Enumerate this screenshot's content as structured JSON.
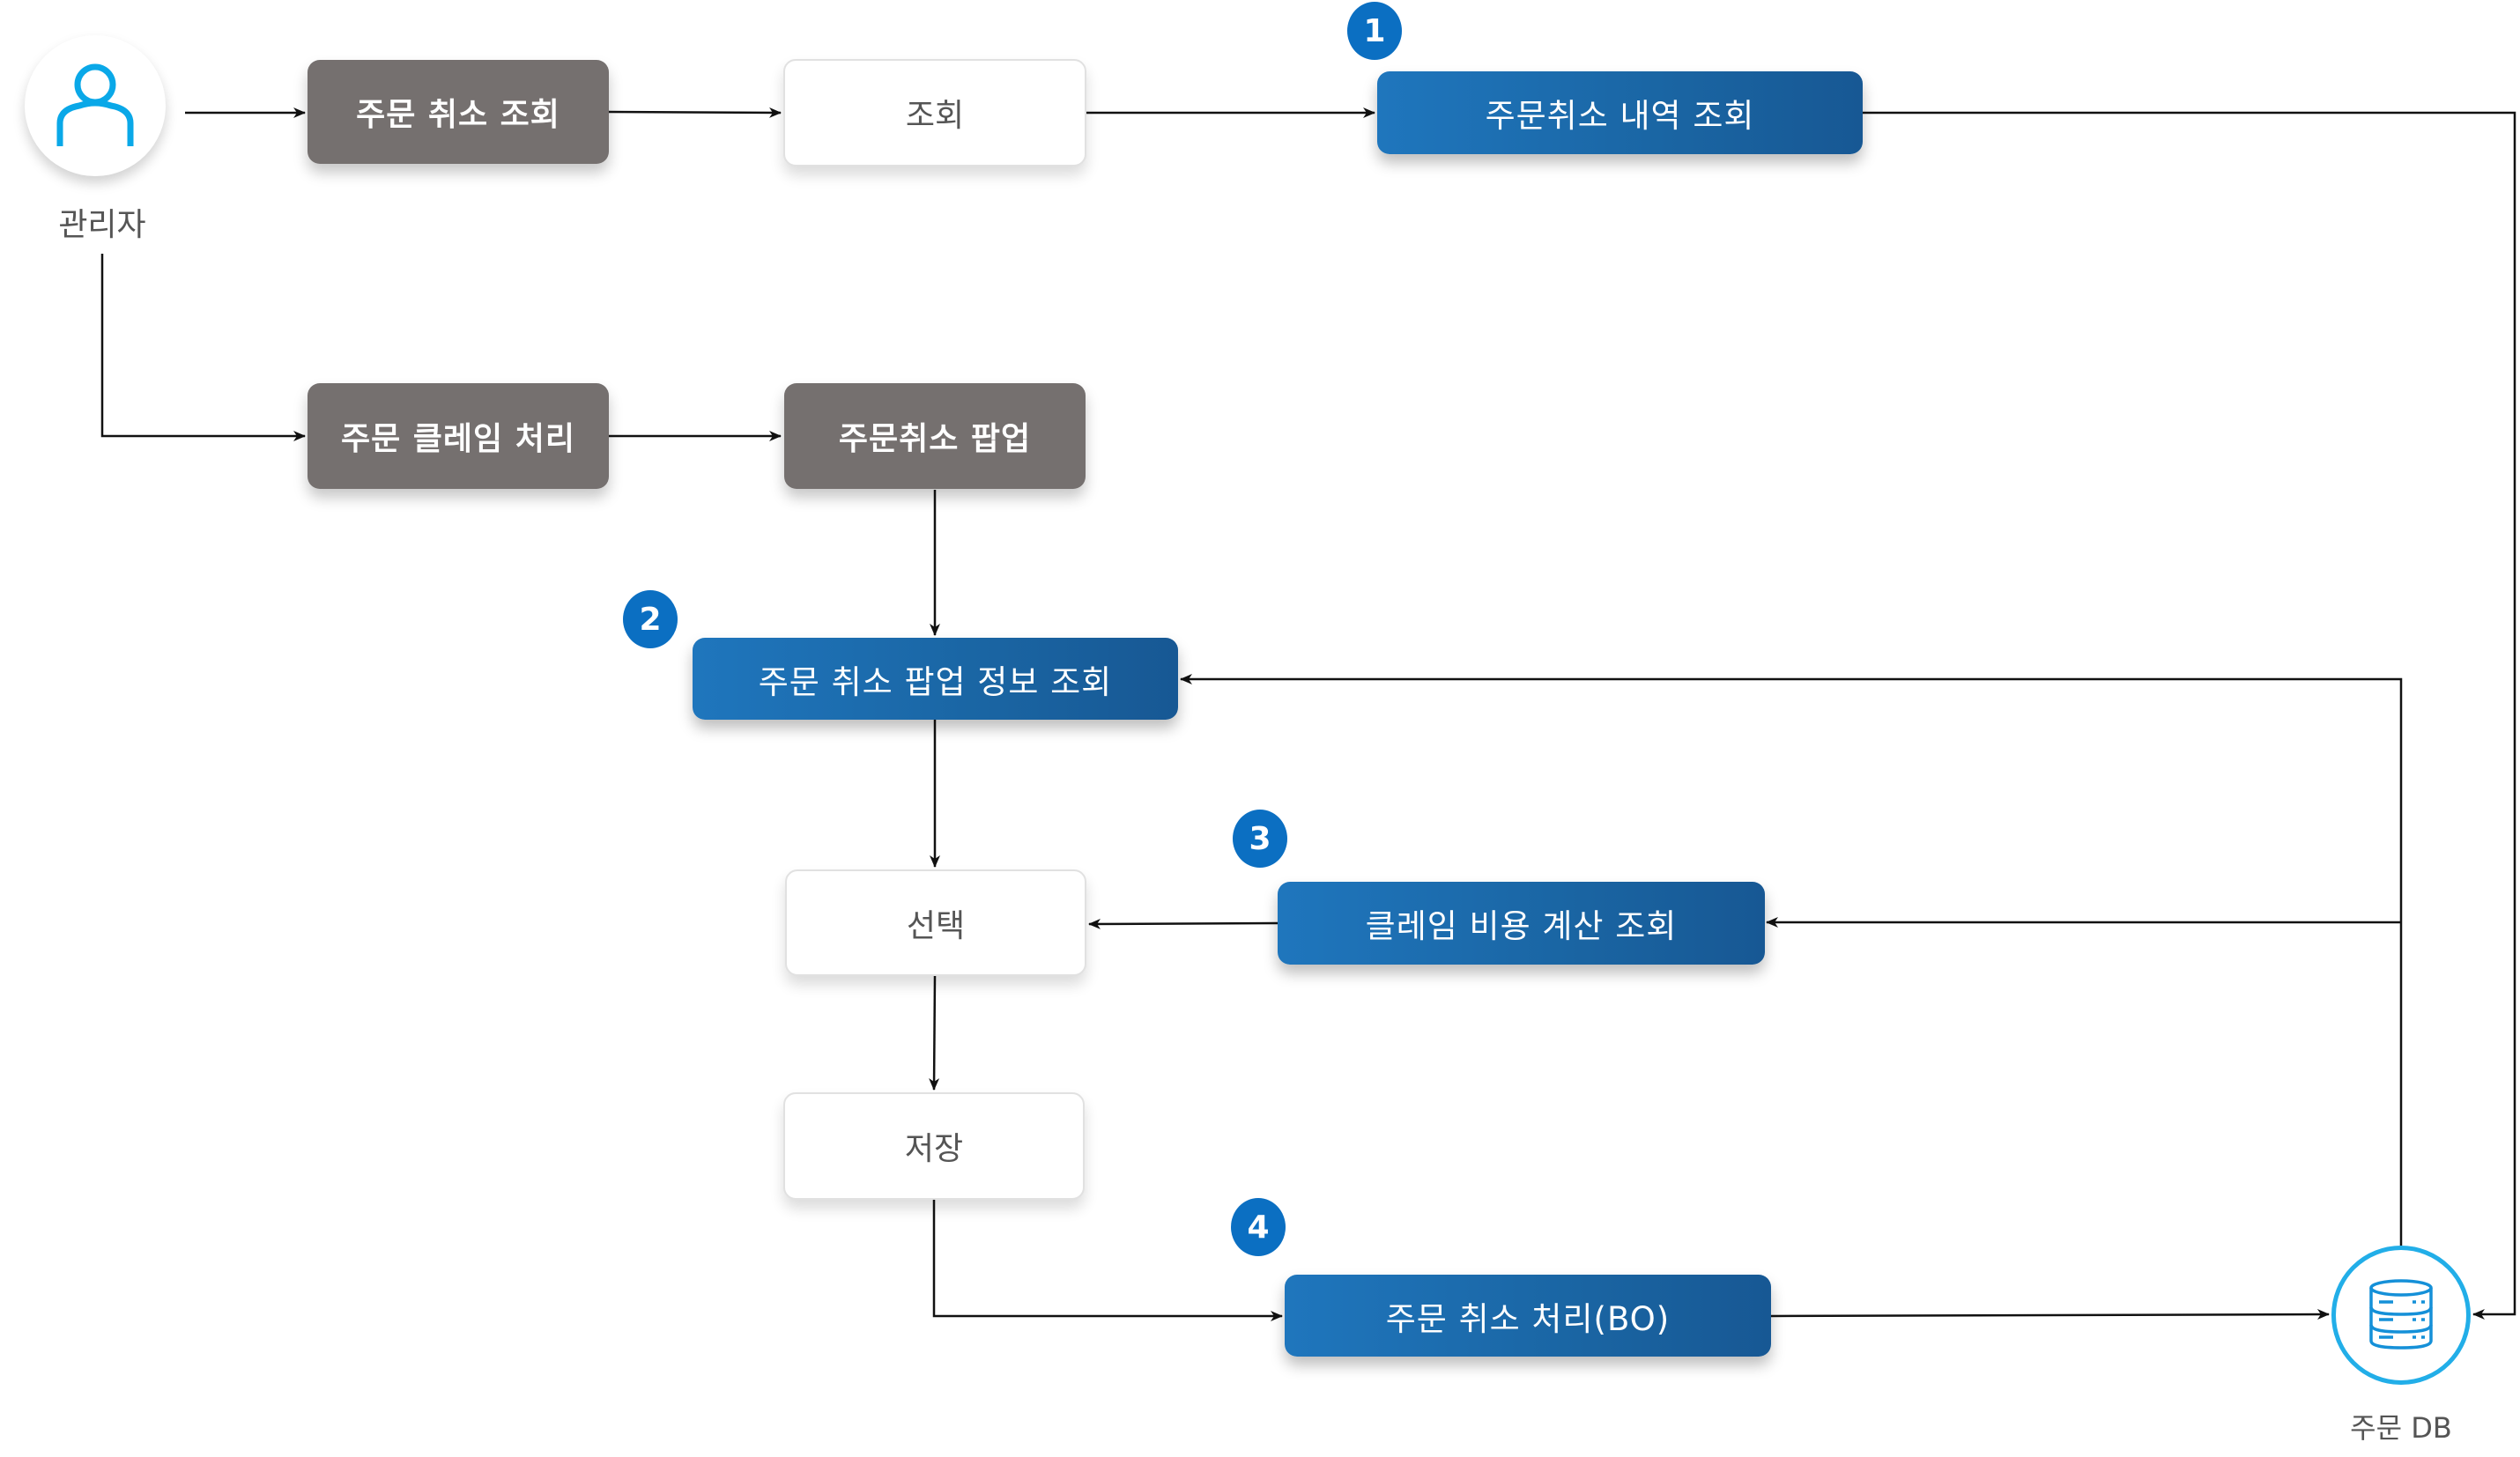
{
  "diagram": {
    "actor": {
      "label": "관리자",
      "icon": "user-icon"
    },
    "database": {
      "label": "주문 DB",
      "icon": "database-icon"
    },
    "nodes": {
      "order_cancel_query": "주문 취소 조회",
      "query": "조회",
      "order_cancel_history_query": "주문취소 내역 조회",
      "order_claim_process": "주문 클레임 처리",
      "order_cancel_popup": "주문취소 팝업",
      "order_cancel_popup_info_query": "주문 취소 팝업 정보 조회",
      "select": "선택",
      "claim_cost_calc_query": "클레임 비용 계산 조회",
      "save": "저장",
      "order_cancel_process_bo": "주문 취소 처리(BO)"
    },
    "steps": [
      "1",
      "2",
      "3",
      "4"
    ],
    "colors": {
      "process_gray": "#75706f",
      "api_blue": "#1f76bd",
      "step_badge": "#0b6fc2",
      "icon_cyan": "#22aee8",
      "connector": "#111111"
    },
    "edges": [
      {
        "from": "관리자",
        "to": "주문 취소 조회"
      },
      {
        "from": "주문 취소 조회",
        "to": "조회"
      },
      {
        "from": "조회",
        "to": "주문취소 내역 조회"
      },
      {
        "from": "주문취소 내역 조회",
        "to": "주문 DB"
      },
      {
        "from": "관리자",
        "to": "주문 클레임 처리"
      },
      {
        "from": "주문 클레임 처리",
        "to": "주문취소 팝업"
      },
      {
        "from": "주문취소 팝업",
        "to": "주문 취소 팝업 정보 조회"
      },
      {
        "from": "주문 DB",
        "to": "주문 취소 팝업 정보 조회"
      },
      {
        "from": "주문 취소 팝업 정보 조회",
        "to": "선택"
      },
      {
        "from": "주문 DB",
        "to": "클레임 비용 계산 조회"
      },
      {
        "from": "클레임 비용 계산 조회",
        "to": "선택"
      },
      {
        "from": "선택",
        "to": "저장"
      },
      {
        "from": "저장",
        "to": "주문 취소 처리(BO)"
      },
      {
        "from": "주문 취소 처리(BO)",
        "to": "주문 DB"
      }
    ]
  }
}
